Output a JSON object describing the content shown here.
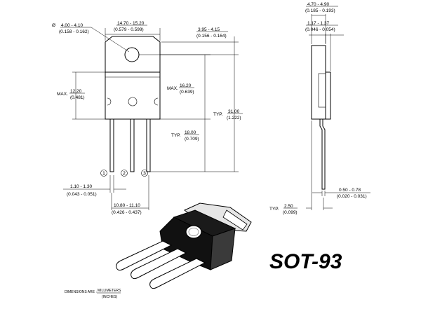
{
  "package_name": "SOT-93",
  "front_view": {
    "pin_labels": [
      "1",
      "2",
      "3"
    ],
    "hole_diameter": {
      "mm": "4.00 - 4.10",
      "in": "(0.158 - 0.162)",
      "prefix": "Ø"
    },
    "body_width": {
      "mm": "14.70 - 15.20",
      "in": "(0.579 - 0.599)"
    },
    "tab_top_to_hole": {
      "mm": "3.95 - 4.15",
      "in": "(0.156 - 0.164)"
    },
    "tab_height": {
      "prefix": "MAX.",
      "mm": "12.20",
      "in": "(0.481)"
    },
    "body_height": {
      "prefix": "MAX.",
      "mm": "16.20",
      "in": "(0.639)"
    },
    "total_length": {
      "prefix": "TYP.",
      "mm": "31.00",
      "in": "(1.222)"
    },
    "lead_length": {
      "prefix": "TYP.",
      "mm": "18.00",
      "in": "(0.709)"
    },
    "lead_width": {
      "mm": "1.10 - 1.30",
      "in": "(0.043 - 0.051)"
    },
    "lead_span": {
      "mm": "10.80 - 11.10",
      "in": "(0.426 - 0.437)"
    }
  },
  "side_view": {
    "body_thickness": {
      "mm": "4.70 - 4.90",
      "in": "(0.185 - 0.193)"
    },
    "tab_thickness": {
      "mm": "1.17 - 1.37",
      "in": "(0.046 - 0.054)"
    },
    "lead_thickness": {
      "mm": "0.50 - 0.78",
      "in": "(0.020 - 0.031)"
    },
    "lead_offset": {
      "prefix": "TYP.",
      "mm": "2.50",
      "in": "(0.099)"
    }
  },
  "footnote": {
    "label": "DIMENSIONS ARE :",
    "unit_main": "MILLIMETERS",
    "unit_sub": "(INCHES)"
  }
}
